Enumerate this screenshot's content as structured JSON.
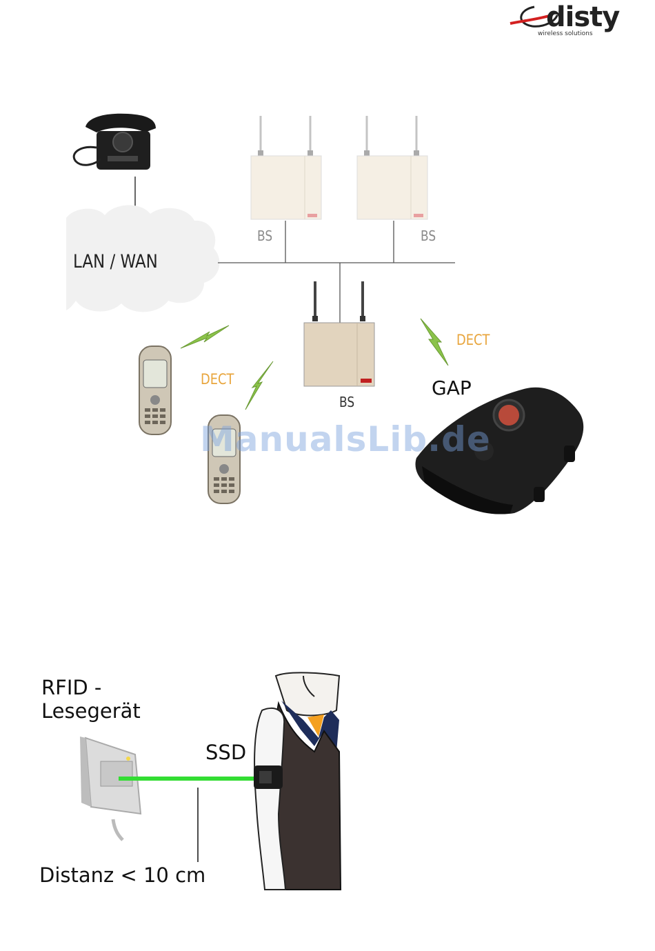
{
  "logo": {
    "wordmark": "disty",
    "tagline": "wireless solutions"
  },
  "network_diagram": {
    "cloud_label": "LAN / WAN",
    "base_station_label_top_left": "BS",
    "base_station_label_top_right": "BS",
    "base_station_label_center": "BS",
    "dect_label_left": "DECT",
    "dect_label_right": "DECT",
    "gap_label": "GAP"
  },
  "rfid_diagram": {
    "reader_label": "RFID -\nLesegerät",
    "ssd_label": "SSD",
    "distance_label": "Distanz < 10 cm",
    "beam_color": "#33dd33"
  },
  "watermark": "ManualsLib.de",
  "colors": {
    "dect_orange": "#e8a53c",
    "base_station_fill": "#f3ecdf",
    "lightning_green": "#8bc34a"
  }
}
